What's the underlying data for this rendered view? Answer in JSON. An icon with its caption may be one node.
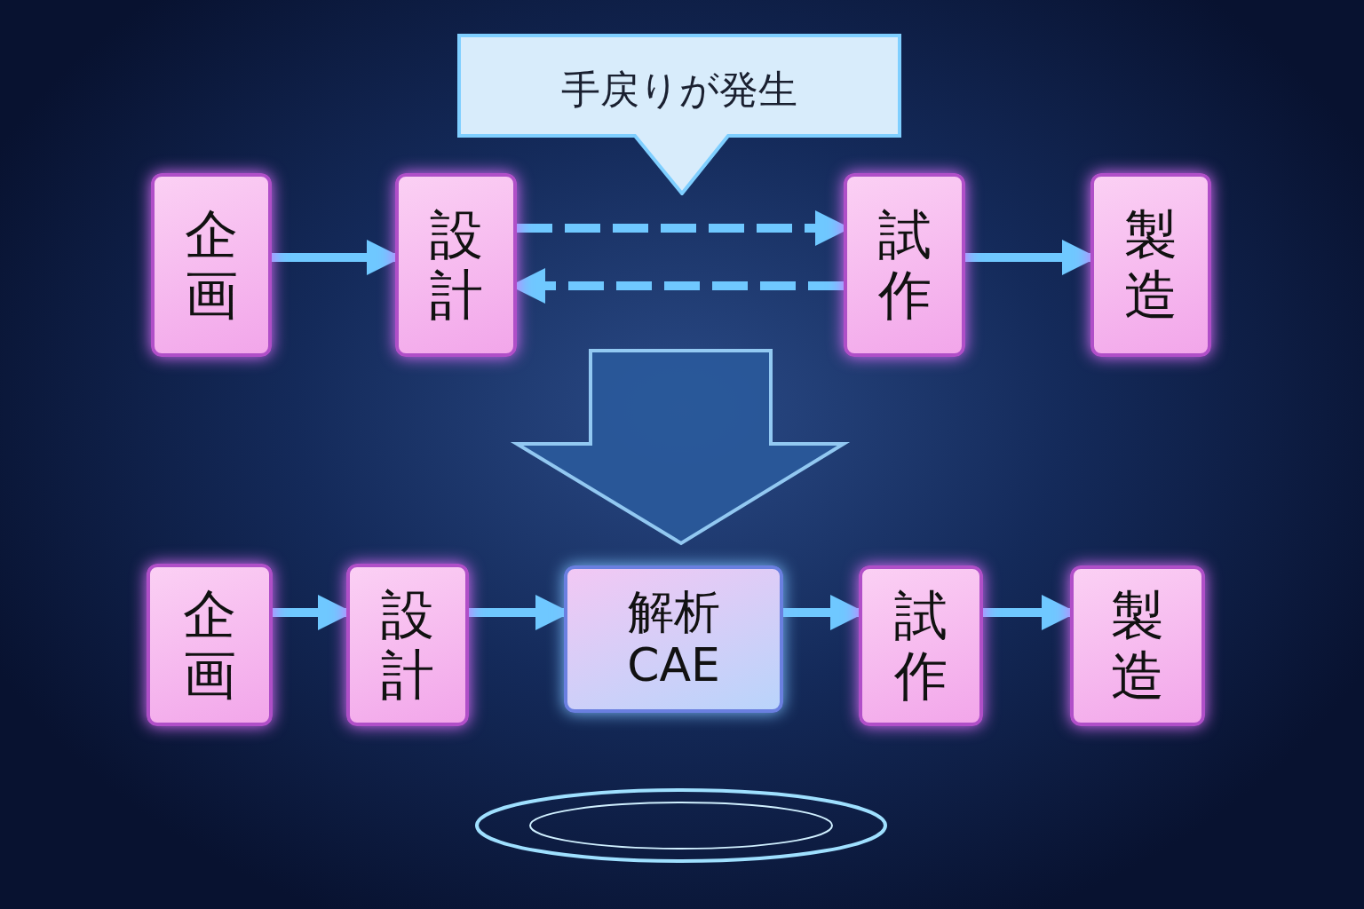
{
  "diagram": {
    "nodes": [
      {
        "text": [
          "手戻りが発生"
        ]
      },
      {
        "text": [
          "企画"
        ]
      },
      {
        "text": [
          "設計"
        ]
      },
      {
        "text": [
          "試作"
        ]
      },
      {
        "text": [
          "製造"
        ]
      },
      {
        "text": [
          "企画"
        ]
      },
      {
        "text": [
          "設計"
        ]
      },
      {
        "text": [
          "解析 CAE"
        ]
      },
      {
        "text": [
          "試作"
        ]
      },
      {
        "text": [
          "製造"
        ]
      }
    ],
    "edges": [
      {
        "from": 1,
        "to": 2,
        "arrow": "to"
      },
      {
        "from": 2,
        "to": 3,
        "arrow": "to",
        "style": "dashed"
      },
      {
        "from": 3,
        "to": 2,
        "arrow": "to",
        "style": "dashed"
      },
      {
        "from": 3,
        "to": 4,
        "arrow": "to"
      },
      {
        "from": 5,
        "to": 6,
        "arrow": "to"
      },
      {
        "from": 6,
        "to": 7,
        "arrow": "to"
      },
      {
        "from": 7,
        "to": 8,
        "arrow": "to"
      },
      {
        "from": 8,
        "to": 9,
        "arrow": "to"
      }
    ]
  }
}
